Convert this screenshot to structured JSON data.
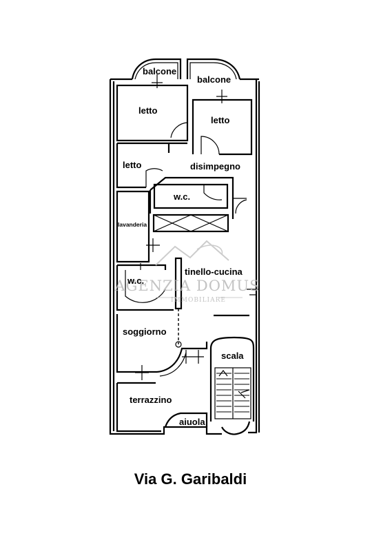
{
  "rooms": {
    "balcone_left": "balcone",
    "balcone_right": "balcone",
    "letto_1": "letto",
    "letto_2": "letto",
    "letto_3": "letto",
    "disimpegno": "disimpegno",
    "wc_1": "w.c.",
    "lavanderia": "lavanderia",
    "tinello_cucina": "tinello-cucina",
    "wc_2": "w.c.",
    "soggiorno": "soggiorno",
    "scala": "scala",
    "terrazzino": "terrazzino",
    "aiuola": "aiuola"
  },
  "watermark": {
    "line1": "AGENZIA DOMUS",
    "line2": "IMMOBILIARE"
  },
  "street": "Via G. Garibaldi",
  "colors": {
    "lines": "#000000",
    "watermark": "#b9b9b9",
    "background": "#ffffff"
  }
}
